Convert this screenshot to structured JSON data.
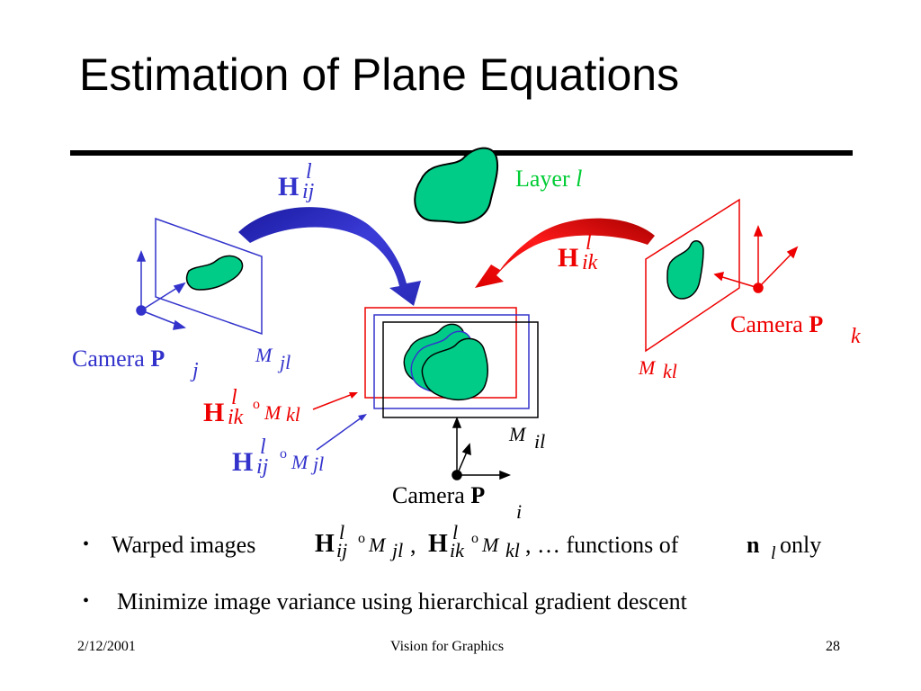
{
  "slide": {
    "title": "Estimation of Plane Equations",
    "footer": {
      "date": "2/12/2001",
      "center": "Vision for Graphics",
      "page": "28"
    }
  },
  "diagram": {
    "layer_label": "Layer ",
    "layer_var": "l",
    "H": "H",
    "l": "l",
    "ij": "ij",
    "ik": "ik",
    "camera_word": "Camera ",
    "P": "P",
    "j": "j",
    "k": "k",
    "i": "i",
    "M": "M",
    "jl": "jl",
    "kl": "kl",
    "il": "il",
    "compose": "o",
    "colors": {
      "blue": "#3333cc",
      "red": "#ee0000",
      "green": "#00cc33",
      "shape_fill": "#00cc88"
    }
  },
  "bullets": [
    {
      "lead": "Warped images ",
      "sep": ", ",
      "tail": ", … functions of ",
      "n": "n",
      "n_sub": "l",
      "end": " only"
    },
    {
      "text": "Minimize image variance using hierarchical gradient descent"
    }
  ]
}
